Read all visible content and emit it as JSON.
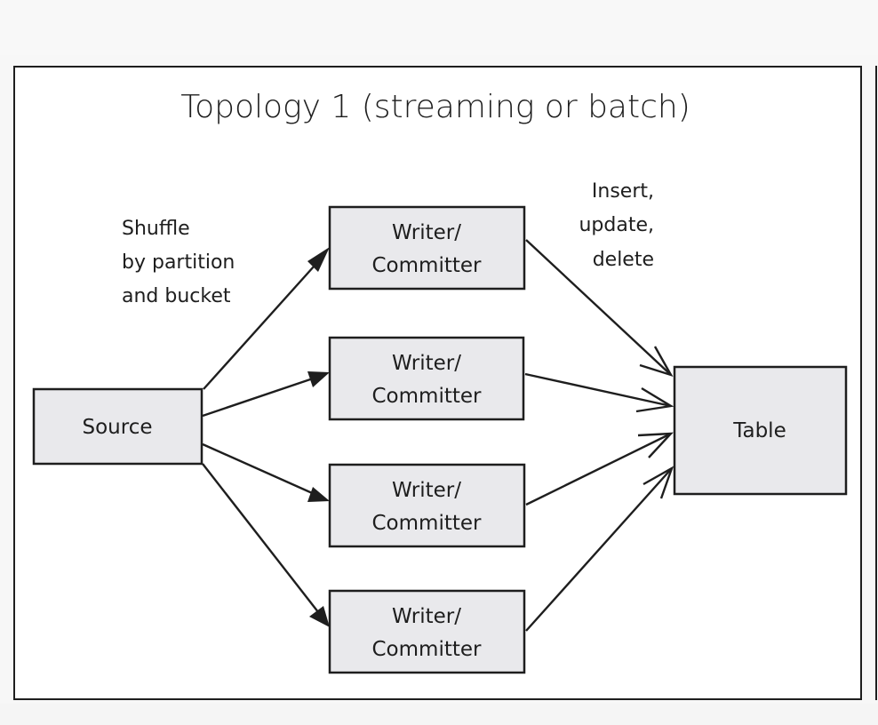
{
  "diagram": {
    "title": "Topology 1 (streaming or batch)",
    "colors": {
      "stroke": "#1e1e1e",
      "box_fill": "#e9e9ec",
      "canvas": "#ffffff",
      "background": "#f7f7f7"
    },
    "nodes": {
      "source": {
        "label": "Source"
      },
      "writers": [
        {
          "line1": "Writer/",
          "line2": "Committer"
        },
        {
          "line1": "Writer/",
          "line2": "Committer"
        },
        {
          "line1": "Writer/",
          "line2": "Committer"
        },
        {
          "line1": "Writer/",
          "line2": "Committer"
        }
      ],
      "table": {
        "label": "Table"
      }
    },
    "annotations": {
      "shuffle": [
        "Shuffle",
        "by partition",
        "and bucket"
      ],
      "operations": [
        "Insert,",
        "update,",
        "delete"
      ]
    },
    "edges": [
      {
        "from": "Source",
        "to": "Writer/Committer 1",
        "head": "filled-triangle"
      },
      {
        "from": "Source",
        "to": "Writer/Committer 2",
        "head": "filled-triangle"
      },
      {
        "from": "Source",
        "to": "Writer/Committer 3",
        "head": "filled-triangle"
      },
      {
        "from": "Source",
        "to": "Writer/Committer 4",
        "head": "filled-triangle"
      },
      {
        "from": "Writer/Committer 1",
        "to": "Table",
        "head": "open-chevron"
      },
      {
        "from": "Writer/Committer 2",
        "to": "Table",
        "head": "open-chevron"
      },
      {
        "from": "Writer/Committer 3",
        "to": "Table",
        "head": "open-chevron"
      },
      {
        "from": "Writer/Committer 4",
        "to": "Table",
        "head": "open-chevron"
      }
    ]
  }
}
